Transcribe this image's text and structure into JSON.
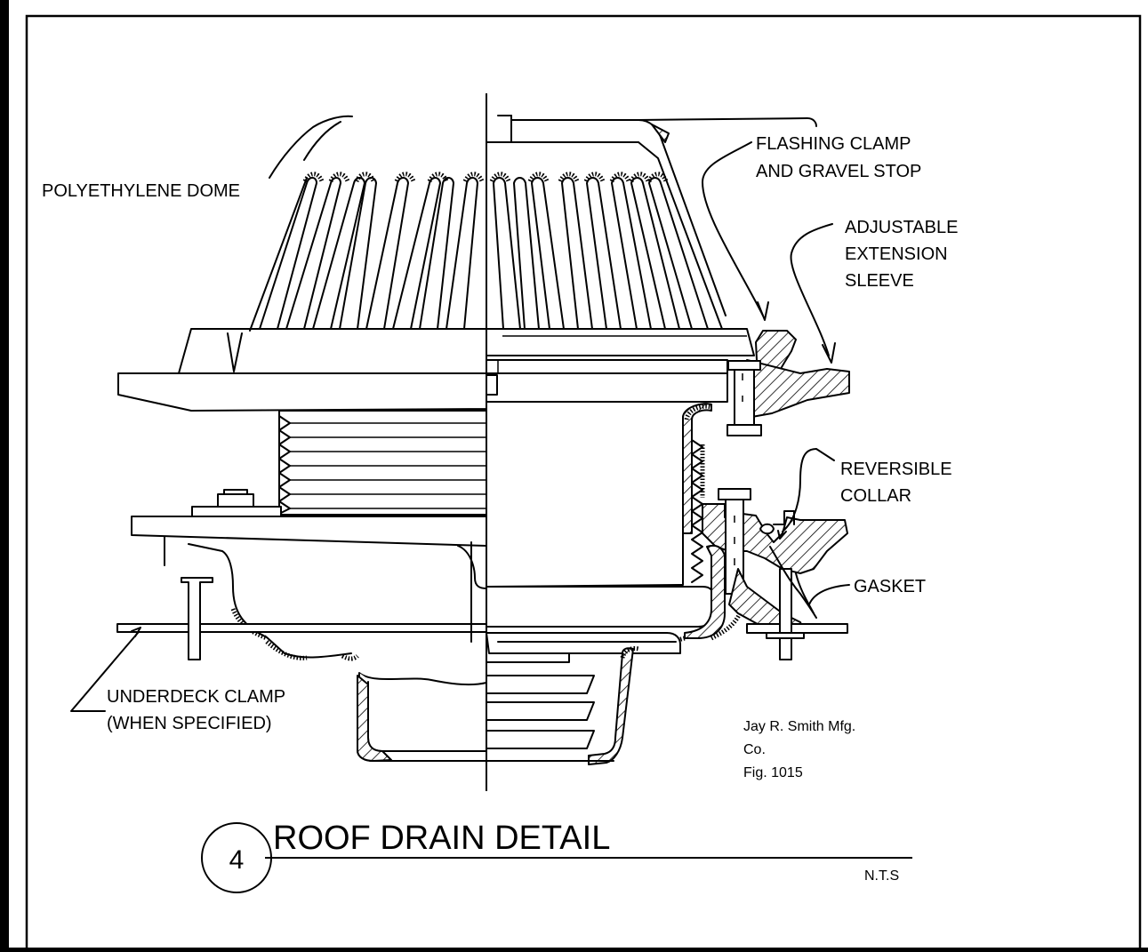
{
  "title": "ROOF DRAIN DETAIL",
  "detail_number": "4",
  "scale": "N.T.S",
  "labels": {
    "dome": "POLYETHYLENE DOME",
    "flashing": [
      "FLASHING CLAMP",
      "AND GRAVEL STOP"
    ],
    "sleeve": [
      "ADJUSTABLE",
      "EXTENSION",
      "SLEEVE"
    ],
    "collar": [
      "REVERSIBLE",
      "COLLAR"
    ],
    "gasket": "GASKET",
    "underdeck": [
      "UNDERDECK CLAMP",
      "(WHEN SPECIFIED)"
    ]
  },
  "note": [
    "Jay R. Smith Mfg.",
    "Co.",
    "Fig. 1015"
  ]
}
